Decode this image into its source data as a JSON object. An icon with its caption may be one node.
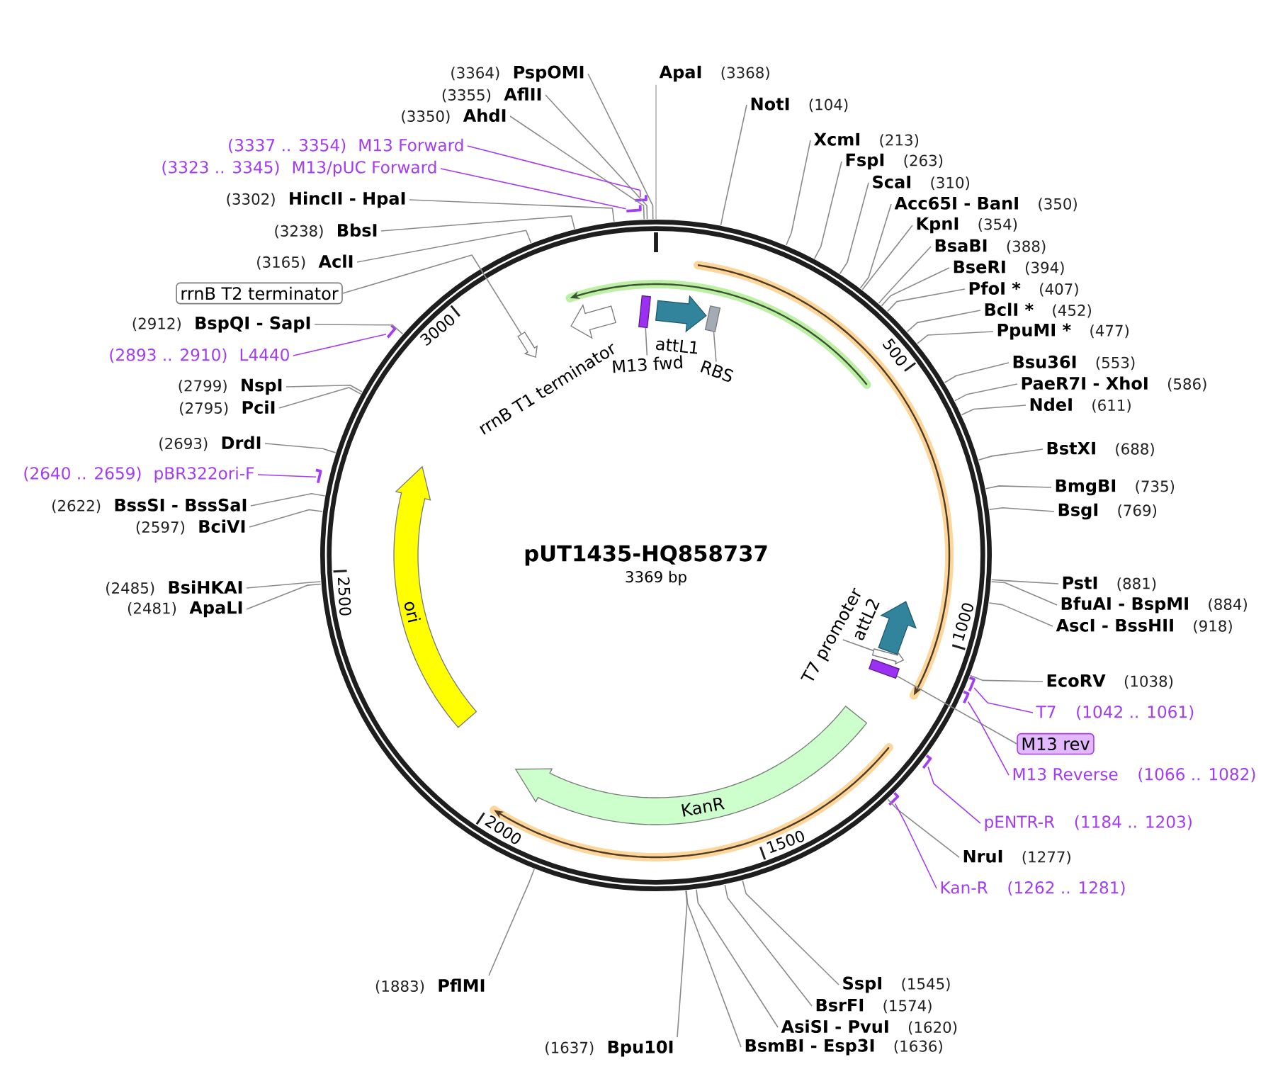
{
  "diagram": {
    "nodes": [
      {
        "text": [
          "(3364)",
          "PspOMI"
        ]
      },
      {
        "text": [
          "ApaI",
          "(3368)"
        ]
      },
      {
        "text": [
          "(3355)",
          "AflII"
        ]
      },
      {
        "text": [
          "NotI",
          "(104)"
        ]
      },
      {
        "text": [
          "(3350)",
          "AhdI"
        ]
      },
      {
        "text": [
          "XcmI",
          "(213)"
        ]
      },
      {
        "text": [
          "(3337 .. 3354)",
          "M13 Forward"
        ]
      },
      {
        "text": [
          "FspI",
          "(263)"
        ]
      },
      {
        "text": [
          "(3323 .. 3345)",
          "M13/pUC Forward"
        ]
      },
      {
        "text": [
          "ScaI",
          "(310)"
        ]
      },
      {
        "text": [
          "(3302)",
          "HincII - HpaI"
        ]
      },
      {
        "text": [
          "Acc65I - BanI",
          "(350)"
        ]
      },
      {
        "text": [
          "KpnI",
          "(354)"
        ]
      },
      {
        "text": [
          "(3238)",
          "BbsI"
        ]
      },
      {
        "text": [
          "BsaBI",
          "(388)"
        ]
      },
      {
        "text": [
          "(3165)",
          "AclI"
        ]
      },
      {
        "text": [
          "BseRI",
          "(394)"
        ]
      },
      {
        "text": [
          "PfoI *",
          "(407)"
        ]
      },
      {
        "text": [
          "rrnB T2 terminator"
        ]
      },
      {
        "text": [
          "BclI *",
          "(452)"
        ]
      },
      {
        "text": [
          "(2912)",
          "BspQI - SapI"
        ]
      },
      {
        "text": [
          "PpuMI *",
          "(477)"
        ]
      },
      {
        "text": [
          "(2893 .. 2910)",
          "L4440"
        ]
      },
      {
        "text": [
          "Bsu36I",
          "(553)"
        ]
      },
      {
        "text": [
          "PaeR7I - XhoI",
          "(586)"
        ]
      },
      {
        "text": [
          "(2799)",
          "NspI"
        ]
      },
      {
        "text": [
          "NdeI",
          "(611)"
        ]
      },
      {
        "text": [
          "(2795)",
          "PciI"
        ]
      },
      {
        "text": [
          "(2693)",
          "DrdI"
        ]
      },
      {
        "text": [
          "BstXI",
          "(688)"
        ]
      },
      {
        "text": [
          "(2640 .. 2659)",
          "pBR322ori-F"
        ]
      },
      {
        "text": [
          "BmgBI",
          "(735)"
        ]
      },
      {
        "text": [
          "(2622)",
          "BssSI - BssSaI"
        ]
      },
      {
        "text": [
          "BsgI",
          "(769)"
        ]
      },
      {
        "text": [
          "(2597)",
          "BciVI"
        ]
      },
      {
        "text": [
          "PstI",
          "(881)"
        ]
      },
      {
        "text": [
          "(2485)",
          "BsiHKAI"
        ]
      },
      {
        "text": [
          "BfuAI - BspMI",
          "(884)"
        ]
      },
      {
        "text": [
          "(2481)",
          "ApaLI"
        ]
      },
      {
        "text": [
          "AscI - BssHII",
          "(918)"
        ]
      },
      {
        "text": [
          "EcoRV",
          "(1038)"
        ]
      },
      {
        "text": [
          "T7",
          "(1042 .. 1061)"
        ]
      },
      {
        "text": [
          "M13 rev"
        ]
      },
      {
        "text": [
          "M13 Reverse",
          "(1066 .. 1082)"
        ]
      },
      {
        "text": [
          "pENTR-R",
          "(1184 .. 1203)"
        ]
      },
      {
        "text": [
          "NruI",
          "(1277)"
        ]
      },
      {
        "text": [
          "Kan-R",
          "(1262 .. 1281)"
        ]
      },
      {
        "text": [
          "(1883)",
          "PflMI"
        ]
      },
      {
        "text": [
          "SspI",
          "(1545)"
        ]
      },
      {
        "text": [
          "BsrFI",
          "(1574)"
        ]
      },
      {
        "text": [
          "AsiSI - PvuI",
          "(1620)"
        ]
      },
      {
        "text": [
          "(1637)",
          "Bpu10I"
        ]
      },
      {
        "text": [
          "BsmBI - Esp3I",
          "(1636)"
        ]
      },
      {
        "text": [
          "pUT1435-HQ858737",
          "3369 bp"
        ]
      },
      {
        "text": [
          "rrnB T1 terminator"
        ],
        "in": 53
      },
      {
        "text": [],
        "shape": "box",
        "in": 53
      },
      {
        "text": [
          "attL1"
        ],
        "in": 53
      },
      {
        "text": [],
        "shape": "box",
        "in": 53
      },
      {
        "text": [],
        "shape": "arrow",
        "in": 53
      },
      {
        "text": [
          "M13 fwd"
        ],
        "in": 53
      },
      {
        "text": [
          "RBS"
        ],
        "in": 53
      },
      {
        "text": [
          "ori"
        ],
        "in": 53
      },
      {
        "text": [
          "attL2"
        ],
        "in": 53
      },
      {
        "text": [
          "T7 promoter"
        ],
        "in": 53
      },
      {
        "text": [],
        "shape": "arrow",
        "in": 53
      },
      {
        "text": [],
        "shape": "box",
        "in": 53
      },
      {
        "text": [
          "KanR"
        ],
        "in": 53
      },
      {
        "text": [],
        "shape": "bar"
      },
      {
        "text": [],
        "shape": "bar"
      },
      {
        "text": [],
        "shape": "bar"
      },
      {
        "text": [],
        "shape": "bar"
      },
      {
        "text": [],
        "shape": "bar"
      },
      {
        "text": [],
        "shape": "bar"
      },
      {
        "text": [],
        "shape": "bar"
      },
      {
        "text": [],
        "shape": "bar"
      }
    ],
    "edges": [
      {
        "from": 0,
        "to": 53,
        "arrow": "none"
      },
      {
        "from": 1,
        "to": 53,
        "arrow": "none",
        "color": "#b0b0b0"
      },
      {
        "from": 2,
        "to": 53,
        "arrow": "none"
      },
      {
        "from": 3,
        "to": 53,
        "arrow": "none"
      },
      {
        "from": 4,
        "to": 53,
        "arrow": "none"
      },
      {
        "from": 5,
        "to": 53,
        "arrow": "none"
      },
      {
        "from": 6,
        "to": 68,
        "arrow": "none",
        "color": "#a33cf5"
      },
      {
        "from": 7,
        "to": 53,
        "arrow": "none"
      },
      {
        "from": 8,
        "to": 67,
        "arrow": "none",
        "color": "#a33cf5"
      },
      {
        "from": 9,
        "to": 53,
        "arrow": "none"
      },
      {
        "from": 10,
        "to": 53,
        "arrow": "none"
      },
      {
        "from": 11,
        "to": 53,
        "arrow": "none"
      },
      {
        "from": 12,
        "to": 53,
        "arrow": "none"
      },
      {
        "from": 13,
        "to": 53,
        "arrow": "none"
      },
      {
        "from": 14,
        "to": 53,
        "arrow": "none"
      },
      {
        "from": 15,
        "to": 53,
        "arrow": "none"
      },
      {
        "from": 16,
        "to": 53,
        "arrow": "none"
      },
      {
        "from": 17,
        "to": 53,
        "arrow": "none"
      },
      {
        "from": 18,
        "to": 58,
        "arrow": "none"
      },
      {
        "from": 19,
        "to": 53,
        "arrow": "none"
      },
      {
        "from": 20,
        "to": 53,
        "arrow": "none"
      },
      {
        "from": 21,
        "to": 53,
        "arrow": "none"
      },
      {
        "from": 22,
        "to": 69,
        "arrow": "none",
        "color": "#a33cf5"
      },
      {
        "from": 23,
        "to": 53,
        "arrow": "none"
      },
      {
        "from": 24,
        "to": 53,
        "arrow": "none"
      },
      {
        "from": 25,
        "to": 53,
        "arrow": "none"
      },
      {
        "from": 26,
        "to": 53,
        "arrow": "none"
      },
      {
        "from": 27,
        "to": 53,
        "arrow": "none"
      },
      {
        "from": 28,
        "to": 53,
        "arrow": "none"
      },
      {
        "from": 29,
        "to": 53,
        "arrow": "none"
      },
      {
        "from": 30,
        "to": 70,
        "arrow": "none",
        "color": "#a33cf5"
      },
      {
        "from": 31,
        "to": 53,
        "arrow": "none"
      },
      {
        "from": 32,
        "to": 53,
        "arrow": "none"
      },
      {
        "from": 33,
        "to": 53,
        "arrow": "none"
      },
      {
        "from": 34,
        "to": 53,
        "arrow": "none"
      },
      {
        "from": 35,
        "to": 53,
        "arrow": "none"
      },
      {
        "from": 36,
        "to": 53,
        "arrow": "none"
      },
      {
        "from": 37,
        "to": 53,
        "arrow": "none"
      },
      {
        "from": 38,
        "to": 53,
        "arrow": "none"
      },
      {
        "from": 39,
        "to": 53,
        "arrow": "none"
      },
      {
        "from": 40,
        "to": 53,
        "arrow": "none"
      },
      {
        "from": 41,
        "to": 71,
        "arrow": "none",
        "color": "#a33cf5"
      },
      {
        "from": 42,
        "to": 65,
        "arrow": "none"
      },
      {
        "from": 43,
        "to": 72,
        "arrow": "none",
        "color": "#a33cf5"
      },
      {
        "from": 44,
        "to": 73,
        "arrow": "none",
        "color": "#a33cf5"
      },
      {
        "from": 45,
        "to": 53,
        "arrow": "none"
      },
      {
        "from": 46,
        "to": 74,
        "arrow": "none",
        "color": "#a33cf5"
      },
      {
        "from": 47,
        "to": 53,
        "arrow": "none"
      },
      {
        "from": 48,
        "to": 53,
        "arrow": "none"
      },
      {
        "from": 49,
        "to": 53,
        "arrow": "none"
      },
      {
        "from": 50,
        "to": 53,
        "arrow": "none"
      },
      {
        "from": 51,
        "to": 53,
        "arrow": "none"
      },
      {
        "from": 52,
        "to": 53,
        "arrow": "none"
      },
      {
        "from": 59,
        "to": 55,
        "arrow": "none"
      },
      {
        "from": 60,
        "to": 57,
        "arrow": "none"
      },
      {
        "from": 63,
        "to": 64,
        "arrow": "none"
      }
    ],
    "labels": [
      "3000",
      "500",
      "2500",
      "1000",
      "2000",
      "1500"
    ]
  }
}
